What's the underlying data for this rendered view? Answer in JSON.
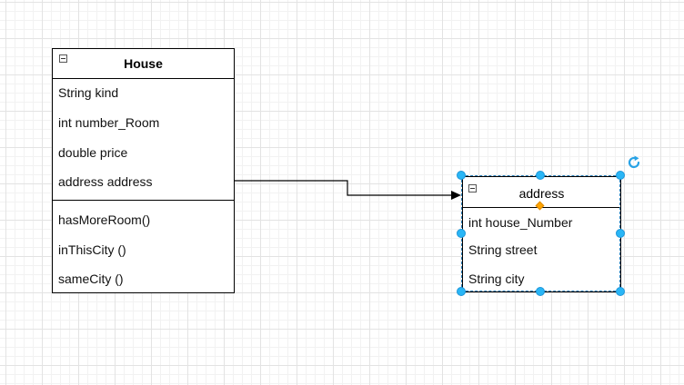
{
  "house": {
    "title": "House",
    "attributes": [
      "String kind",
      "int number_Room",
      "double price",
      "address address"
    ],
    "methods": [
      "hasMoreRoom()",
      "inThisCity ()",
      "sameCity ()"
    ]
  },
  "address_class": {
    "title": "address",
    "attributes": [
      "int house_Number",
      "String street",
      "String city"
    ]
  },
  "colors": {
    "selection_handle": "#29b6f6",
    "selection_border": "#2a7fb8",
    "connection_point": "#ffa500",
    "grid": "#e3e3e3"
  },
  "icons": [
    "collapse-icon",
    "rotate-icon"
  ]
}
